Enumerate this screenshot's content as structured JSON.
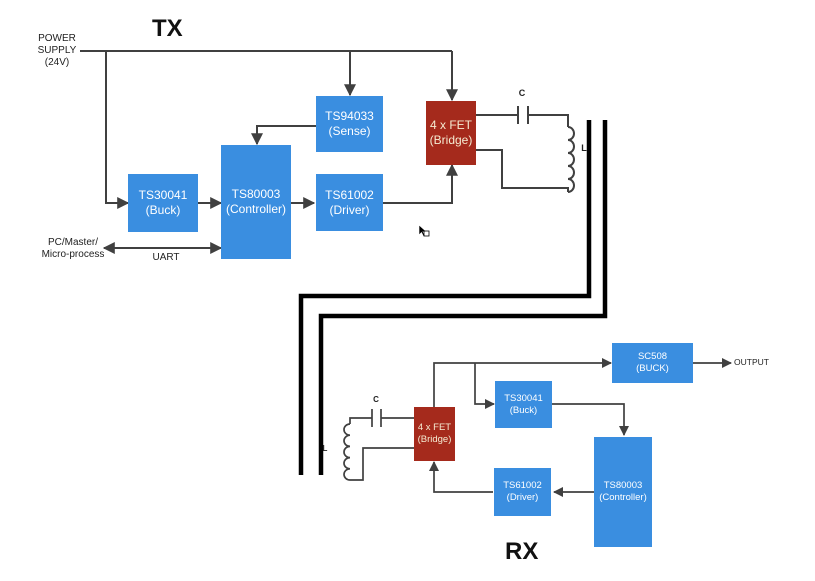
{
  "tx": {
    "title": "TX",
    "power_supply": [
      "POWER",
      "SUPPLY",
      "(24V)"
    ],
    "pc_master": [
      "PC/Master/",
      "Micro-process"
    ],
    "uart": "UART",
    "buck": [
      "TS30041",
      "(Buck)"
    ],
    "controller": [
      "TS80003",
      "(Controller)"
    ],
    "sense": [
      "TS94033",
      "(Sense)"
    ],
    "driver": [
      "TS61002",
      "(Driver)"
    ],
    "fet": [
      "4 x FET",
      "(Bridge)"
    ],
    "cap": "C",
    "inductor": "L"
  },
  "rx": {
    "title": "RX",
    "fet": [
      "4 x FET",
      "(Bridge)"
    ],
    "cap": "C",
    "inductor": "L",
    "sc508": [
      "SC508",
      "(BUCK)"
    ],
    "output": "OUTPUT",
    "buck": [
      "TS30041",
      "(Buck)"
    ],
    "controller": [
      "TS80003",
      "(Controller)"
    ],
    "driver": [
      "TS61002",
      "(Driver)"
    ]
  },
  "colors": {
    "block_blue": "#3a8ee0",
    "fet_red": "#a52a1c",
    "wire": "#404040",
    "divider": "#000000"
  }
}
